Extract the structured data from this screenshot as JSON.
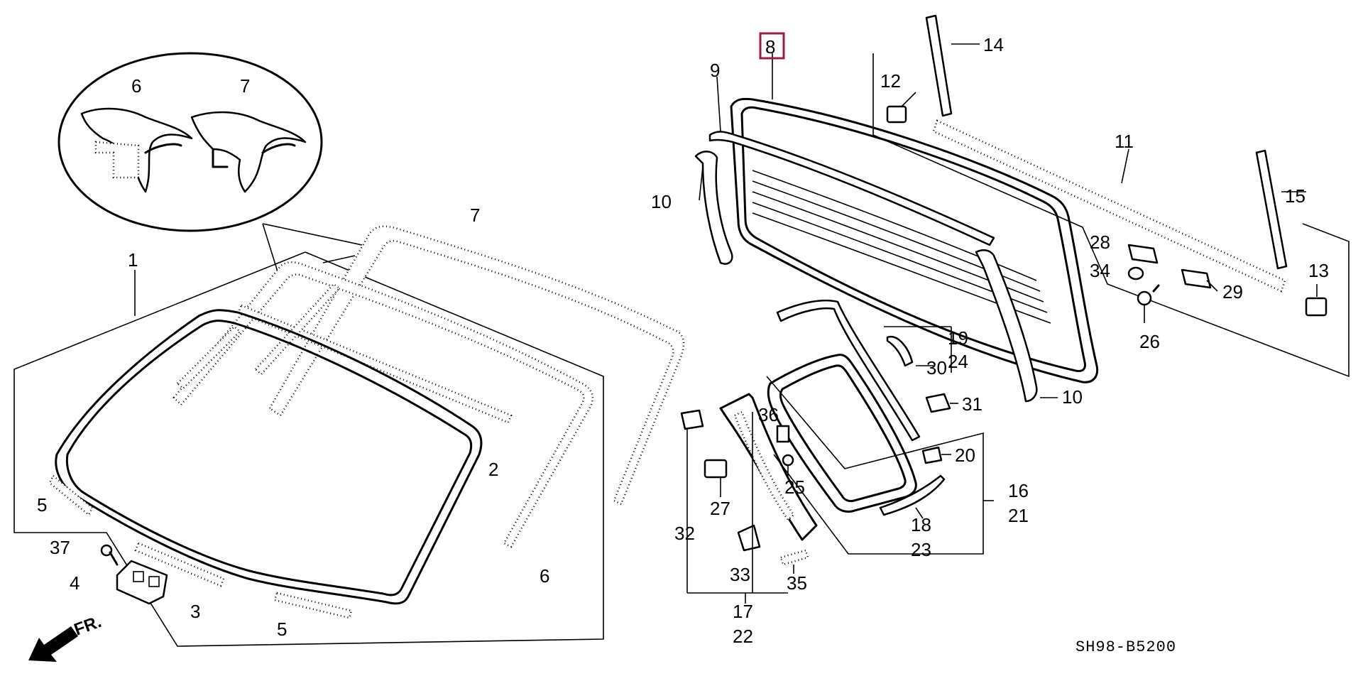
{
  "diagram": {
    "diagram_code": "SH98-B5200",
    "front_arrow_label": "FR.",
    "highlight_color": "#9b1c46",
    "callouts": {
      "c1": "1",
      "c2": "2",
      "c3": "3",
      "c4": "4",
      "c5a": "5",
      "c5b": "5",
      "c6a": "6",
      "c6b": "6",
      "c7a": "7",
      "c7b": "7",
      "c8": "8",
      "c9": "9",
      "c10a": "10",
      "c10b": "10",
      "c11": "11",
      "c12": "12",
      "c13": "13",
      "c14": "14",
      "c15": "15",
      "c16": "16",
      "c17": "17",
      "c18": "18",
      "c19": "19",
      "c20": "20",
      "c21": "21",
      "c22": "22",
      "c23": "23",
      "c24": "24",
      "c25": "25",
      "c26": "26",
      "c27": "27",
      "c28": "28",
      "c29": "29",
      "c30": "30",
      "c31": "31",
      "c32": "32",
      "c33": "33",
      "c34": "34",
      "c35": "35",
      "c36": "36",
      "c37": "37"
    }
  }
}
